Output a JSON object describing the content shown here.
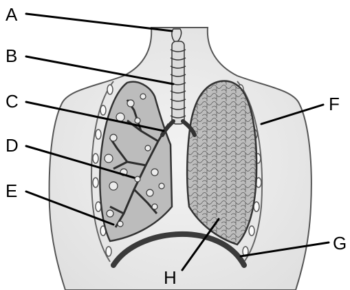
{
  "diagram": {
    "labels": {
      "a": "A",
      "b": "B",
      "c": "C",
      "d": "D",
      "e": "E",
      "f": "F",
      "g": "G",
      "h": "H"
    }
  },
  "colors": {
    "ink": "#000000",
    "lung_fill": "#b8b8b8",
    "body_shading": "#e6e6e6",
    "diaphragm": "#3a3a3a"
  }
}
